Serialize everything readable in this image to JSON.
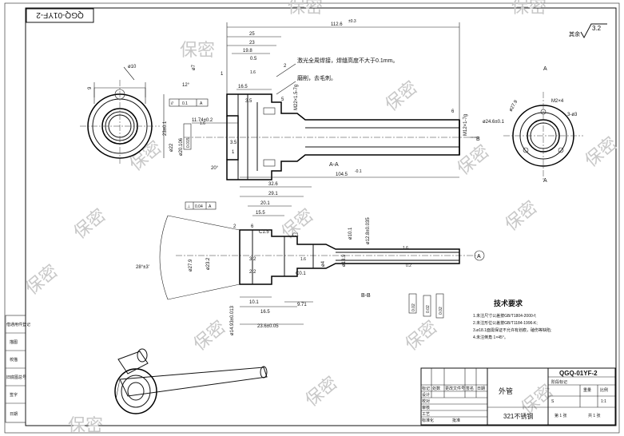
{
  "drawing_number": "QGQ-01YF-2",
  "drawing_number_title": "QGQ-01YF-2",
  "part_name": "外管",
  "material": "321不锈钢",
  "roughness_other": "其余",
  "roughness_value": "3.2",
  "watermark_text": "保密",
  "section_aa_label": "A-A",
  "section_bb_label": "B-B",
  "tech_requirements": {
    "heading": "技术要求",
    "items": [
      "1.未注尺寸公差按GB/T1804-2000-f;",
      "2.未注形位公差按GB/T1184-1996-K;",
      "3.ø18.1面需保证不允许有划痕，磕伤等缺陷;",
      "4.未注倒角 1×45°。"
    ]
  },
  "left_stamps": [
    "借通用件登记",
    "描图",
    "校描",
    "旧底图总号",
    "签字",
    "日期"
  ],
  "title_block": {
    "col_headers": [
      "标记",
      "处数",
      "更改文件号",
      "签名",
      "日期"
    ],
    "left_rows": [
      "设计",
      "校对",
      "审核",
      "工艺",
      "标准化",
      "批准"
    ],
    "right_headers": [
      "阶段标记",
      "重量",
      "比例"
    ],
    "scale": "1:1",
    "sheet_count": "共 1 张",
    "sheet_no": "第 1 张",
    "mark_s": "S"
  },
  "notes": {
    "weld_note": "激光全周焊接，焊缝高度不大于0.1mm。",
    "braze_note": "磨削，去毛刺。"
  },
  "dimensions": {
    "overall_length": "112.6",
    "overall_tol": "±0.3",
    "d_25": "25",
    "d_23": "23",
    "d_19_8": "19.8",
    "d_16_5": "16.5",
    "d_0_5": "0.5",
    "d_1_6a": "1.6",
    "d_1": "1",
    "d_2": "2",
    "d_1_2": "12°",
    "flat_01a": "0.1",
    "ref_a": "A",
    "d_3_5": "3.5",
    "d_5": "5",
    "d_6": "6",
    "d_11_74": "11.74±0.2",
    "d_1_6": "1.6",
    "d_3_5b": "3.5",
    "d_1_5": "1",
    "ang_20": "20°",
    "thread_m22": "M22×1.5-7g",
    "thread_m12": "M12×1-7g",
    "d_6b": "6",
    "phi_20_106": "ø20.106",
    "phi_22": "ø22",
    "d_0_015": "0.015",
    "phi_7": "ø7",
    "phi_10": "ø10",
    "d_9": "9",
    "d_23_01": "23±0.1",
    "d_10": "10",
    "phi_27_9": "ø27.9",
    "phi_24_6": "ø24.6±0.1",
    "d_3_4": "3-ø3",
    "m2_4": "M2×4",
    "bb_length": "104.5",
    "bb_len_tol": "-0.1",
    "d_32_6": "32.6",
    "d_29_1": "29.1",
    "d_20_1": "20.1",
    "d_15_5": "15.5",
    "d_6c": "6",
    "d_2b": "2",
    "c1_5": "C1.5",
    "c1": "C1",
    "d_1_6c": "1.6",
    "ang_28": "28°±3'",
    "phi_27_9b": "ø27.9",
    "phi_23_2": "ø23.2",
    "d_3_2": "3.2",
    "d_2_2": "2.2",
    "c0_1": "C0.1",
    "phi_4": "ø4",
    "phi_13_9": "ø13.9",
    "phi_10_1": "ø10.1",
    "phi_12_8": "ø12.8±0.035",
    "d_10_1": "10.1",
    "d_16_5b": "16.5",
    "d_9_71": "9.71",
    "d_23_6": "23.6±0.05",
    "phi_14_93": "ø14.93±0.013",
    "d_0_04": "0.04",
    "ref_b": "A",
    "d_0_2": "0.2",
    "d_1_6d": "1.6",
    "d_0_02": "0.02",
    "d_0_02b": "0.02",
    "d_0_02c": "0.02",
    "label_a": "A",
    "label_b": "B",
    "circle_a": "A"
  }
}
